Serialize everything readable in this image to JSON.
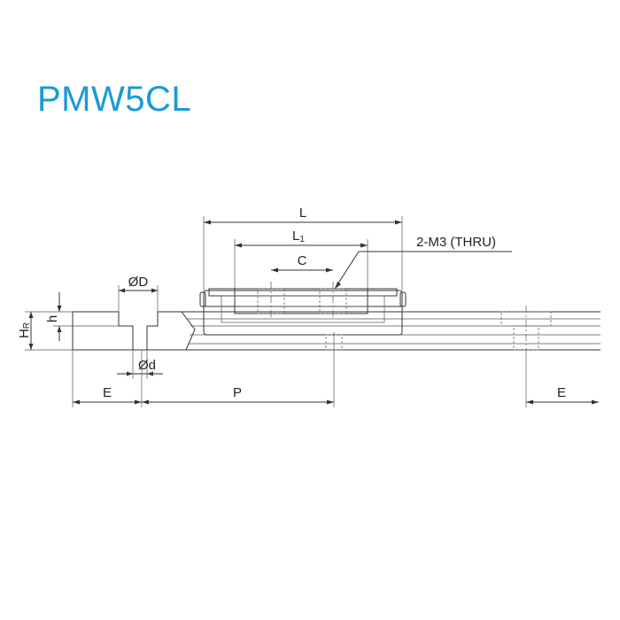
{
  "title": "PMW5CL",
  "labels": {
    "L": "L",
    "L1": "L",
    "L1_sub": "1",
    "C": "C",
    "thread": "2-M3 (THRU)",
    "bore_D": "ØD",
    "bore_d": "Ød",
    "h": "h",
    "HR": "H",
    "HR_sub": "R",
    "E_left": "E",
    "P": "P",
    "E_right": "E"
  },
  "colors": {
    "title": "#1a9ad6",
    "lines": "#333333"
  }
}
